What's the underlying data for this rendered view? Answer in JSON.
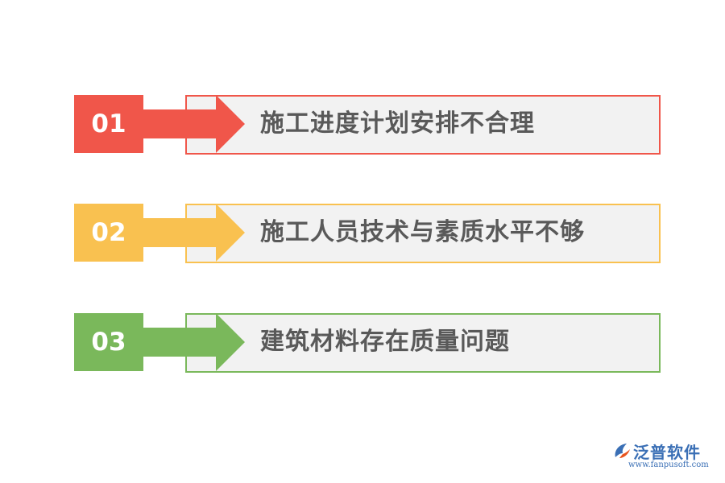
{
  "items": [
    {
      "number": "01",
      "label": "施工进度计划安排不合理",
      "color": "#f0564a"
    },
    {
      "number": "02",
      "label": "施工人员技术与素质水平不够",
      "color": "#f9c150"
    },
    {
      "number": "03",
      "label": "建筑材料存在质量问题",
      "color": "#7ab85b"
    }
  ],
  "logo": {
    "name": "泛普软件",
    "url": "www.fanpusoft.com",
    "icon": "fanpu-logo-icon",
    "color": "#3a6fb5"
  }
}
